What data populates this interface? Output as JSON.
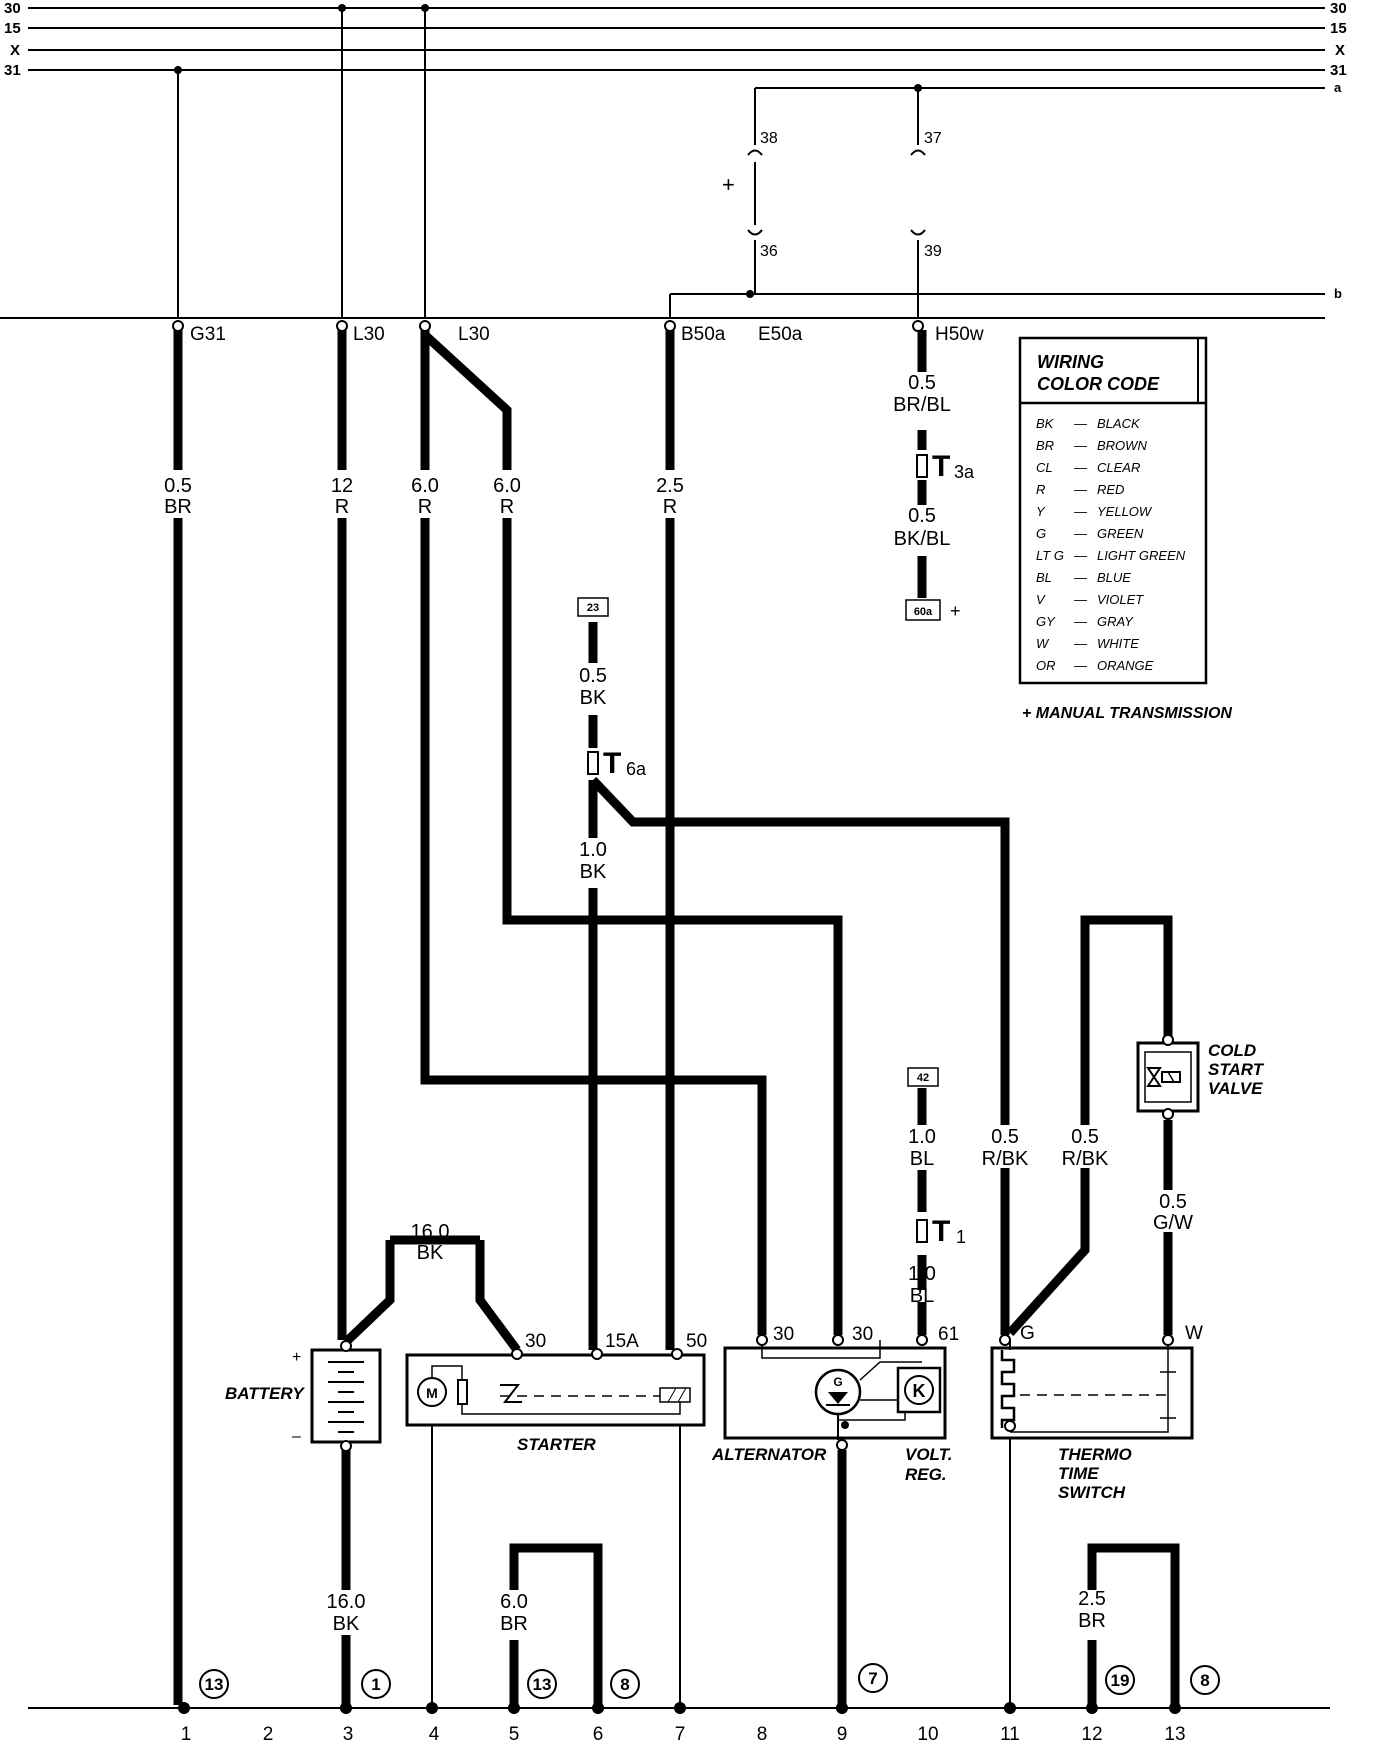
{
  "rails": {
    "left": [
      "30",
      "15",
      "X",
      "31"
    ],
    "right": [
      "30",
      "15",
      "X",
      "31",
      "a"
    ],
    "right_b": "b"
  },
  "terminals_top": [
    "G31",
    "L30",
    "L30",
    "B50a",
    "E50a",
    "H50w"
  ],
  "relay_pins": [
    "38",
    "37",
    "36",
    "39"
  ],
  "plus_sign": "+",
  "wires": [
    {
      "gauge": "0.5",
      "color": "BR"
    },
    {
      "gauge": "12",
      "color": "R"
    },
    {
      "gauge": "6.0",
      "color": "R"
    },
    {
      "gauge": "6.0",
      "color": "R"
    },
    {
      "gauge": "2.5",
      "color": "R"
    },
    {
      "gauge": "0.5",
      "color": "BR/BL"
    },
    {
      "gauge": "0.5",
      "color": "BK/BL"
    },
    {
      "gauge": "0.5",
      "color": "BK"
    },
    {
      "gauge": "1.0",
      "color": "BK"
    },
    {
      "gauge": "16.0",
      "color": "BK"
    },
    {
      "gauge": "1.0",
      "color": "BL"
    },
    {
      "gauge": "1.0",
      "color": "BL"
    },
    {
      "gauge": "0.5",
      "color": "R/BK"
    },
    {
      "gauge": "0.5",
      "color": "R/BK"
    },
    {
      "gauge": "0.5",
      "color": "G/W"
    },
    {
      "gauge": "16.0",
      "color": "BK"
    },
    {
      "gauge": "6.0",
      "color": "BR"
    },
    {
      "gauge": "2.5",
      "color": "BR"
    }
  ],
  "connectors": [
    {
      "main": "T",
      "sub": "3a"
    },
    {
      "main": "T",
      "sub": "6a"
    },
    {
      "main": "T",
      "sub": "1"
    }
  ],
  "refs": [
    "23",
    "60a",
    "42"
  ],
  "components": {
    "battery": "BATTERY",
    "starter": "STARTER",
    "alternator": "ALTERNATOR",
    "volt_reg": [
      "VOLT.",
      "REG."
    ],
    "thermo": [
      "THERMO",
      "TIME",
      "SWITCH"
    ],
    "cold_start": [
      "COLD",
      "START",
      "VALVE"
    ]
  },
  "pins": {
    "starter": [
      "30",
      "15A",
      "50"
    ],
    "alternator": [
      "30",
      "30",
      "61"
    ],
    "thermo": [
      "G",
      "W"
    ],
    "battery_plus": "+",
    "battery_minus": "–",
    "motor": "M",
    "gen": "G",
    "reg": "K"
  },
  "legend": {
    "title": [
      "WIRING",
      "COLOR CODE"
    ],
    "rows": [
      {
        "code": "BK",
        "name": "BLACK"
      },
      {
        "code": "BR",
        "name": "BROWN"
      },
      {
        "code": "CL",
        "name": "CLEAR"
      },
      {
        "code": "R",
        "name": "RED"
      },
      {
        "code": "Y",
        "name": "YELLOW"
      },
      {
        "code": "G",
        "name": "GREEN"
      },
      {
        "code": "LT G",
        "name": "LIGHT GREEN"
      },
      {
        "code": "BL",
        "name": "BLUE"
      },
      {
        "code": "V",
        "name": "VIOLET"
      },
      {
        "code": "GY",
        "name": "GRAY"
      },
      {
        "code": "W",
        "name": "WHITE"
      },
      {
        "code": "OR",
        "name": "ORANGE"
      }
    ],
    "dash": "—",
    "note": "+ MANUAL TRANSMISSION"
  },
  "grounds": [
    "13",
    "1",
    "13",
    "8",
    "7",
    "19",
    "8"
  ],
  "ground_numbers": [
    "1",
    "2",
    "3",
    "4",
    "5",
    "6",
    "7",
    "8",
    "9",
    "10",
    "11",
    "12",
    "13"
  ]
}
